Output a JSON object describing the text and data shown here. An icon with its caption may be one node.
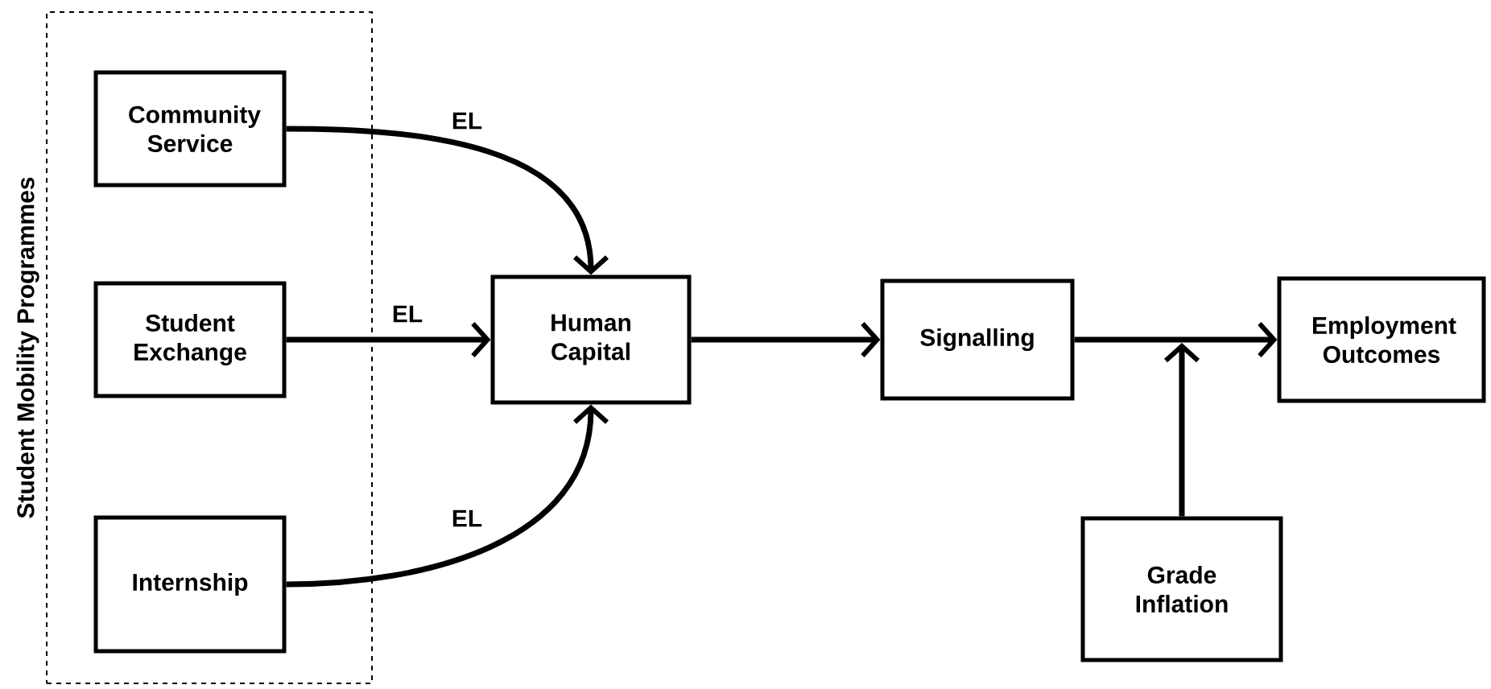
{
  "diagram": {
    "nodes": [
      {
        "text": [
          "Student Mobility Programmes"
        ]
      },
      {
        "text": [
          "Community Service"
        ],
        "in": 0
      },
      {
        "text": [
          "Student Exchange"
        ],
        "in": 0
      },
      {
        "text": [
          "Internship"
        ],
        "in": 0
      },
      {
        "text": [
          "Human Capital"
        ]
      },
      {
        "text": [
          "Signalling"
        ]
      },
      {
        "text": [
          "Employment Outcomes"
        ]
      },
      {
        "text": [
          "Grade Inflation"
        ]
      }
    ],
    "edges": [
      {
        "from": 1,
        "to": 4,
        "arrow": "to",
        "label": "EL"
      },
      {
        "from": 2,
        "to": 4,
        "arrow": "to",
        "label": "EL"
      },
      {
        "from": 3,
        "to": 4,
        "arrow": "to",
        "label": "EL"
      },
      {
        "from": 4,
        "to": 5,
        "arrow": "to"
      },
      {
        "from": 5,
        "to": 6,
        "arrow": "to"
      },
      {
        "from": 7,
        "to": null,
        "arrow": "to"
      }
    ]
  }
}
